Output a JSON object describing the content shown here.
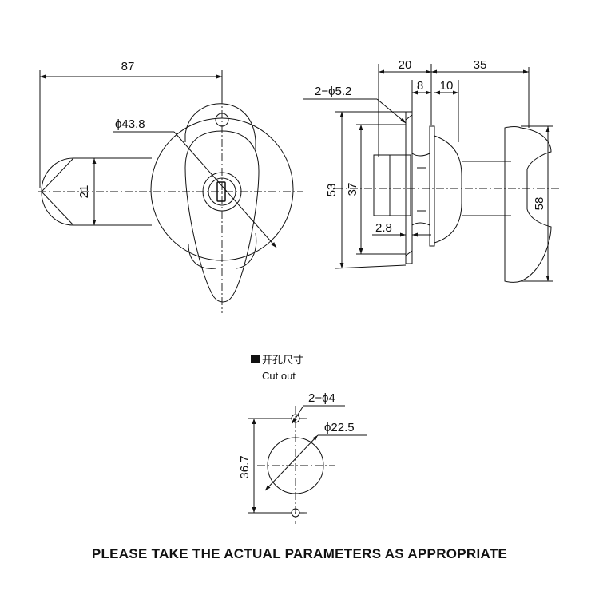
{
  "front_view": {
    "dim_width": "87",
    "dim_diameter": "ϕ43.8",
    "dim_height": "21"
  },
  "side_view": {
    "dim_depth_front": "20",
    "dim_depth_back": "35",
    "dim_gap": "8",
    "dim_flange": "10",
    "dim_holes": "2−ϕ5.2",
    "dim_overall_height": "53",
    "dim_body_height": "37",
    "dim_panel": "2.8",
    "dim_handle_height": "58"
  },
  "cutout": {
    "title_cn": "开孔尺寸",
    "title_en": "Cut out",
    "dim_small_holes": "2−ϕ4",
    "dim_main_hole": "ϕ22.5",
    "dim_hole_spacing": "36.7"
  },
  "footer_note": "PLEASE TAKE THE ACTUAL PARAMETERS AS APPROPRIATE"
}
